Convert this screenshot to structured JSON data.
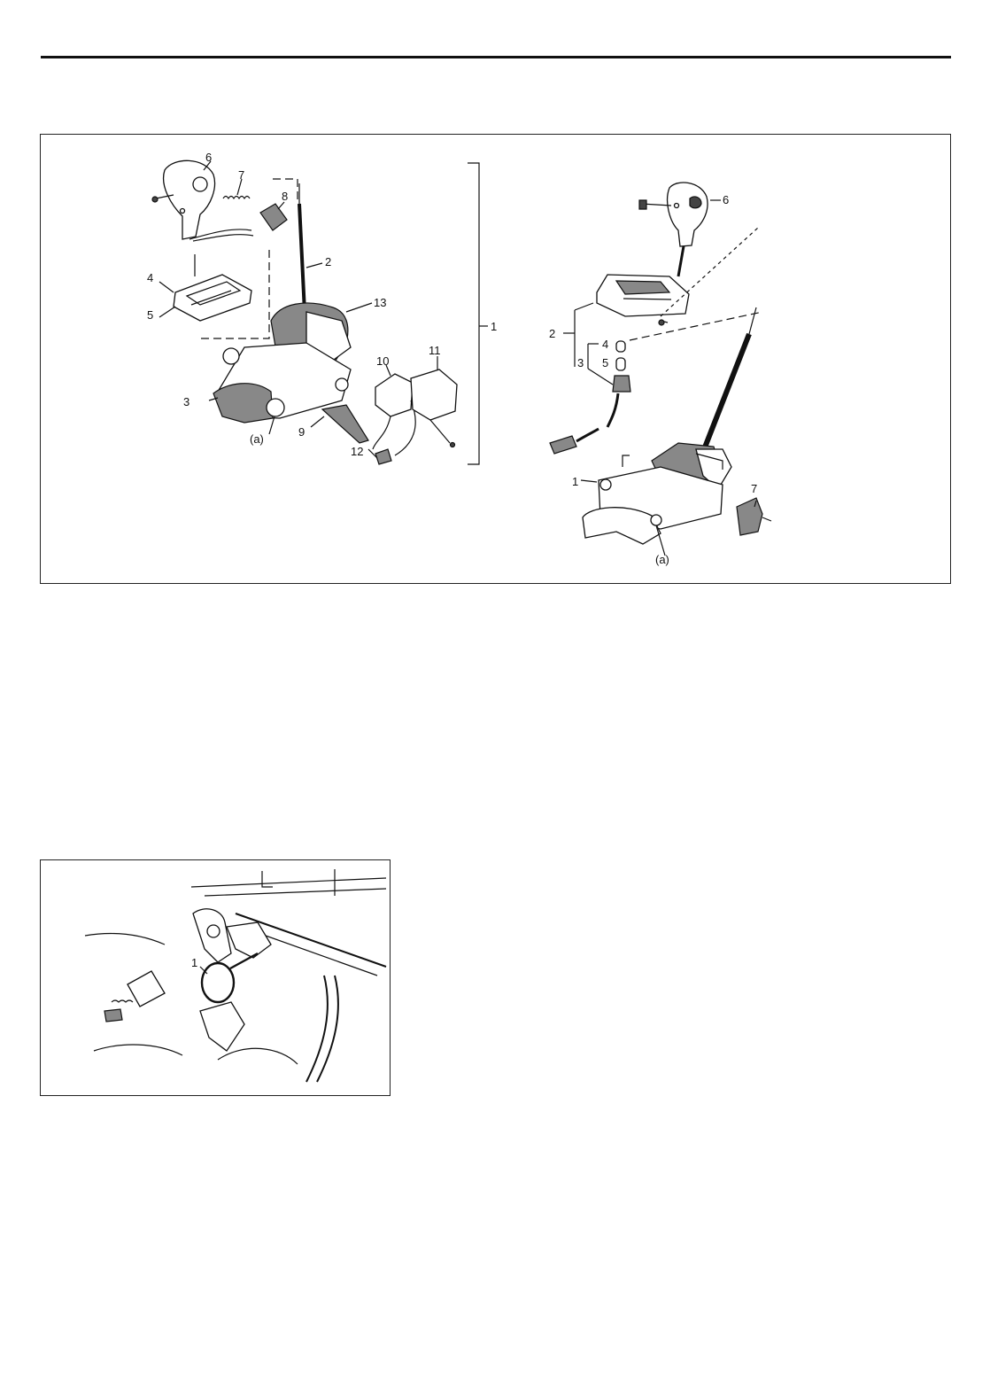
{
  "figure_left": {
    "callouts": [
      "1",
      "2",
      "3",
      "4",
      "5",
      "6",
      "7",
      "8",
      "9",
      "10",
      "11",
      "12",
      "13"
    ],
    "ref_mark": "(a)"
  },
  "figure_right": {
    "callouts": [
      "1",
      "2",
      "3",
      "4",
      "5",
      "6",
      "7"
    ],
    "ref_mark": "(a)"
  },
  "figure_bottom": {
    "callouts": [
      "1"
    ]
  }
}
